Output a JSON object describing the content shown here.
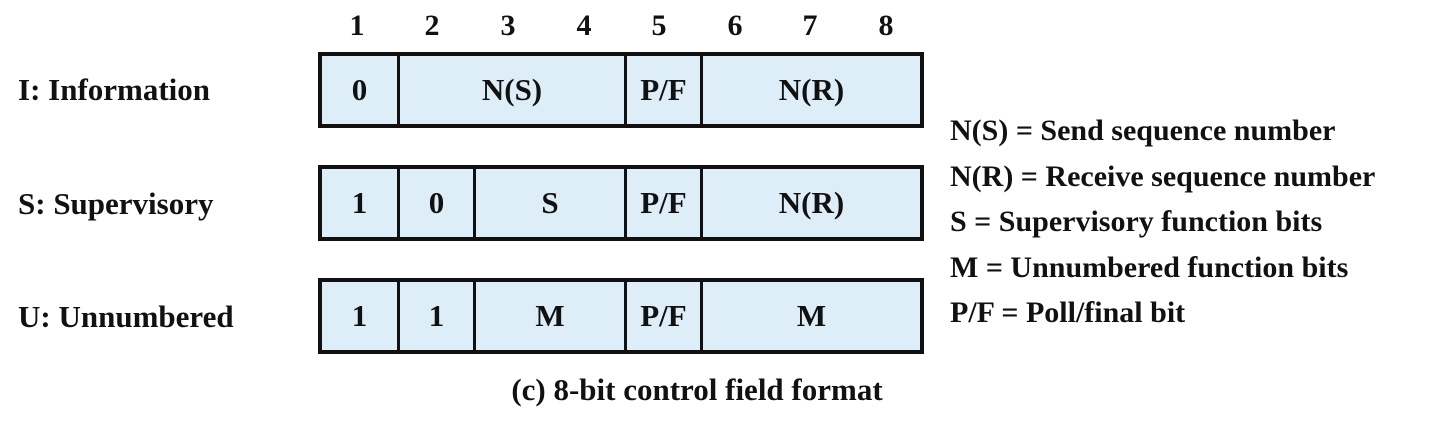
{
  "bit_numbers": [
    "1",
    "2",
    "3",
    "4",
    "5",
    "6",
    "7",
    "8"
  ],
  "rows": [
    {
      "label": "I: Information",
      "cells": [
        "0",
        "N(S)",
        "P/F",
        "N(R)"
      ]
    },
    {
      "label": "S: Supervisory",
      "cells": [
        "1",
        "0",
        "S",
        "P/F",
        "N(R)"
      ]
    },
    {
      "label": "U: Unnumbered",
      "cells": [
        "1",
        "1",
        "M",
        "P/F",
        "M"
      ]
    }
  ],
  "legend": [
    "N(S) = Send sequence number",
    "N(R) = Receive sequence number",
    "S = Supervisory function bits",
    "M = Unnumbered function bits",
    "P/F = Poll/final bit"
  ],
  "caption": "(c) 8-bit control field format",
  "colors": {
    "cell_fill": "#ddeef9",
    "border": "#111111"
  }
}
